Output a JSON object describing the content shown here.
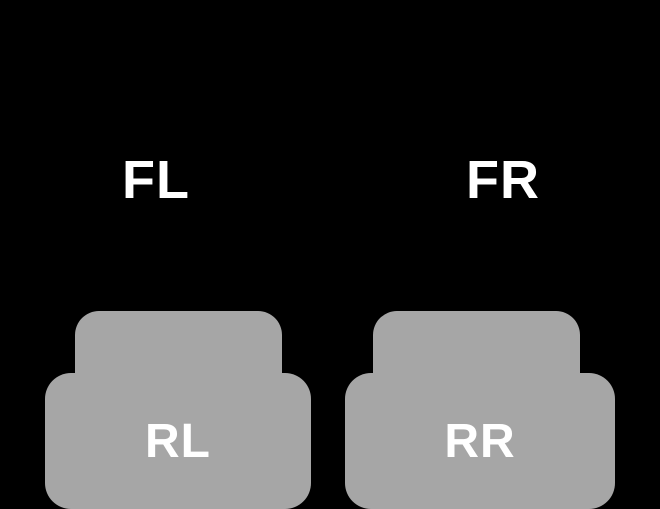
{
  "diagram": {
    "description": "Car floor mat position diagram on black background",
    "labels": {
      "front_left": "FL",
      "front_right": "FR",
      "rear_left": "RL",
      "rear_right": "RR"
    },
    "colors": {
      "background": "#000000",
      "mat_fill": "#a6a6a6",
      "label_text": "#ffffff"
    }
  }
}
